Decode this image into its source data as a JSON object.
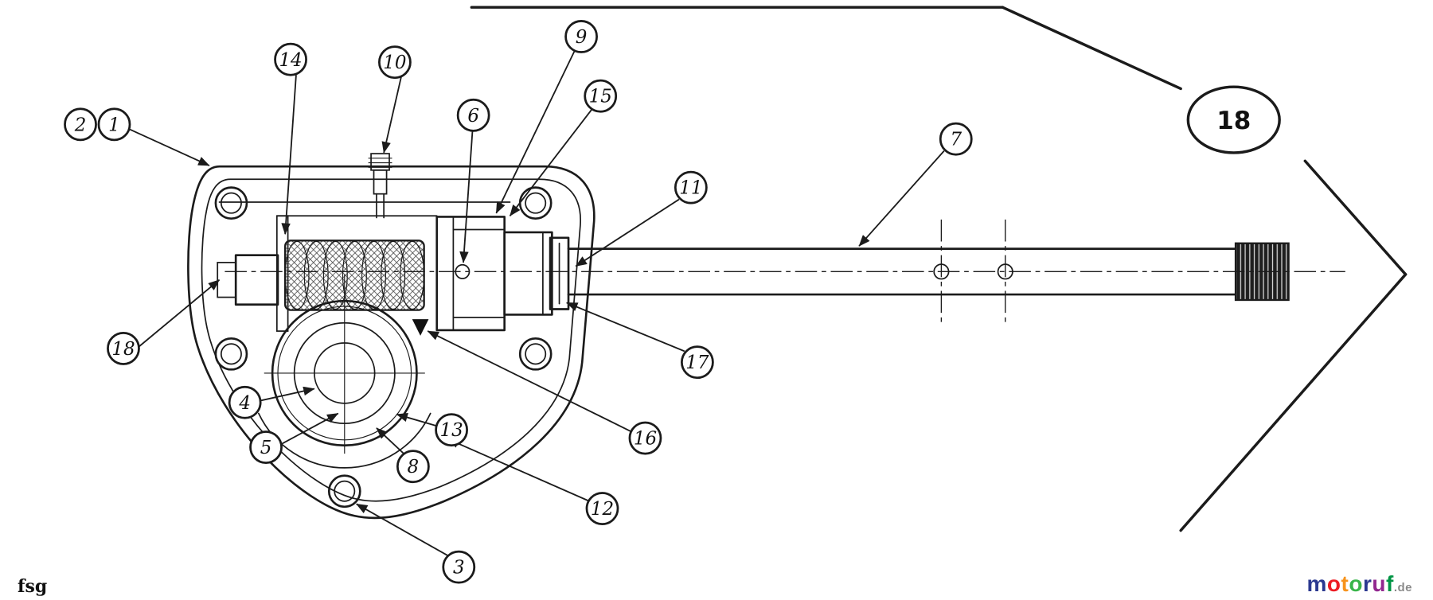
{
  "figure": {
    "artist_mark": "fsg"
  },
  "callouts": {
    "c1": {
      "label": "1"
    },
    "c2": {
      "label": "2"
    },
    "c3": {
      "label": "3"
    },
    "c4": {
      "label": "4"
    },
    "c5": {
      "label": "5"
    },
    "c6": {
      "label": "6"
    },
    "c7": {
      "label": "7"
    },
    "c8": {
      "label": "8"
    },
    "c9": {
      "label": "9"
    },
    "c10": {
      "label": "10"
    },
    "c11": {
      "label": "11"
    },
    "c12": {
      "label": "12"
    },
    "c13": {
      "label": "13"
    },
    "c14": {
      "label": "14"
    },
    "c15": {
      "label": "15"
    },
    "c16": {
      "label": "16"
    },
    "c17": {
      "label": "17"
    },
    "c18_left": {
      "label": "18"
    },
    "c18_detail": {
      "label": "18"
    }
  },
  "brand": {
    "name": "motoruf",
    "suffix": ".de",
    "suffix_color": "#8a8a8a",
    "letters": [
      {
        "char": "m",
        "color": "#2b3990"
      },
      {
        "char": "o",
        "color": "#ed1c24"
      },
      {
        "char": "t",
        "color": "#f7941d"
      },
      {
        "char": "o",
        "color": "#39b54a"
      },
      {
        "char": "r",
        "color": "#2b3990"
      },
      {
        "char": "u",
        "color": "#92278f"
      },
      {
        "char": "f",
        "color": "#009444"
      }
    ]
  }
}
